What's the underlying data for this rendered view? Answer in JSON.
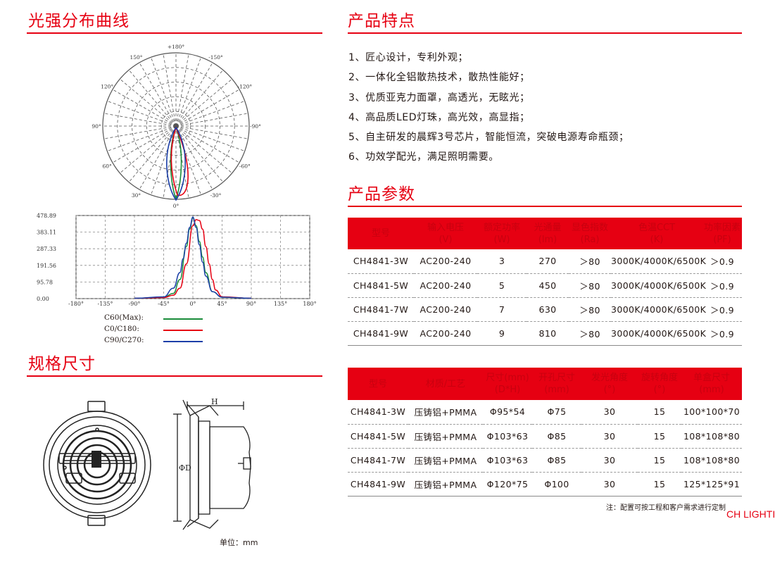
{
  "sections": {
    "polar": "光强分布曲线",
    "features": "产品特点",
    "params": "产品参数",
    "dims": "规格尺寸"
  },
  "features": [
    "1、匠心设计，专利外观；",
    "2、一体化全铝散热技术，散热性能好；",
    "3、优质亚克力面罩，高透光，无眩光；",
    "4、高品质LED灯珠，高光效，高显指；",
    "5、自主研发的晨辉3号芯片，智能恒流，突破电源寿命瓶颈；",
    "6、功效学配光，满足照明需要。"
  ],
  "polar_labels": [
    "+180°",
    "-150°",
    "150°",
    "-120°",
    "120°",
    "-90°",
    "90°",
    "-60°",
    "60°",
    "-30°",
    "30°",
    "0°"
  ],
  "chart_data": {
    "type": "line",
    "x": [
      -180,
      -135,
      -90,
      -45,
      0,
      45,
      90,
      135,
      180
    ],
    "xtick_labels": [
      "-180°",
      "-135°",
      "-90°",
      "-45°",
      "0°",
      "45°",
      "90°",
      "135°",
      "180°"
    ],
    "yticks": [
      0,
      95.78,
      191.56,
      287.33,
      383.11,
      478.89
    ],
    "ytick_labels": [
      "0.00",
      "95.78",
      "191.56",
      "287.33",
      "383.11",
      "478.89"
    ],
    "xlim": [
      -180,
      180
    ],
    "ylim": [
      0,
      478.89
    ],
    "grid": true,
    "series": [
      {
        "name": "C60(Max):",
        "color": "#1a8c3a",
        "x": [
          -90,
          -45,
          -30,
          -20,
          -10,
          -5,
          0,
          5,
          10,
          15,
          20,
          30,
          45,
          90
        ],
        "values": [
          2,
          8,
          30,
          110,
          300,
          400,
          465,
          420,
          330,
          240,
          150,
          40,
          8,
          2
        ]
      },
      {
        "name": "C0/C180:",
        "color": "#e60012",
        "x": [
          -90,
          -45,
          -30,
          -20,
          -10,
          0,
          5,
          10,
          15,
          20,
          25,
          30,
          35,
          45,
          90
        ],
        "values": [
          2,
          6,
          20,
          60,
          200,
          420,
          455,
          450,
          400,
          300,
          200,
          110,
          50,
          10,
          2
        ]
      },
      {
        "name": "C90/C270:",
        "color": "#1c3fa8",
        "x": [
          -90,
          -45,
          -30,
          -20,
          -15,
          -10,
          -5,
          0,
          5,
          10,
          15,
          20,
          30,
          45,
          90
        ],
        "values": [
          2,
          10,
          60,
          150,
          230,
          320,
          410,
          470,
          410,
          310,
          210,
          130,
          40,
          8,
          2
        ]
      }
    ]
  },
  "params_table": {
    "headers": [
      [
        "型号"
      ],
      [
        "输入电压",
        "(V)"
      ],
      [
        "额定功率",
        "(W)"
      ],
      [
        "光通量",
        "(lm)"
      ],
      [
        "显色指数",
        "(Ra)"
      ],
      [
        "色温CCT",
        "(K)"
      ],
      [
        "功率因素",
        "(PF)"
      ]
    ],
    "rows": [
      [
        "CH4841-3W",
        "AC200-240",
        "3",
        "270",
        "＞80",
        "3000K/4000K/6500K",
        "＞0.9"
      ],
      [
        "CH4841-5W",
        "AC200-240",
        "5",
        "450",
        "＞80",
        "3000K/4000K/6500K",
        "＞0.9"
      ],
      [
        "CH4841-7W",
        "AC200-240",
        "7",
        "630",
        "＞80",
        "3000K/4000K/6500K",
        "＞0.9"
      ],
      [
        "CH4841-9W",
        "AC200-240",
        "9",
        "810",
        "＞80",
        "3000K/4000K/6500K",
        "＞0.9"
      ]
    ]
  },
  "dims_table": {
    "headers": [
      [
        "型号"
      ],
      [
        "材质/工艺"
      ],
      [
        "尺寸(mm)",
        "(D*H)"
      ],
      [
        "开孔尺寸",
        "(mm)"
      ],
      [
        "发光角度",
        "(°)"
      ],
      [
        "旋转角度",
        "(°)"
      ],
      [
        "单盒尺寸",
        "(mm)"
      ]
    ],
    "rows": [
      [
        "CH4841-3W",
        "压铸铝+PMMA",
        "Φ95*54",
        "Φ75",
        "30",
        "15",
        "100*100*70"
      ],
      [
        "CH4841-5W",
        "压铸铝+PMMA",
        "Φ103*63",
        "Φ85",
        "30",
        "15",
        "108*108*80"
      ],
      [
        "CH4841-7W",
        "压铸铝+PMMA",
        "Φ103*63",
        "Φ85",
        "30",
        "15",
        "108*108*80"
      ],
      [
        "CH4841-9W",
        "压铸铝+PMMA",
        "Φ120*75",
        "Φ100",
        "30",
        "15",
        "125*125*91"
      ]
    ]
  },
  "note": "注：配置可按工程和客户需求进行定制",
  "brand": "CH LIGHTI",
  "unit": "单位：mm",
  "dim_labels": {
    "h": "H",
    "d": "ΦD"
  },
  "colors": {
    "accent": "#e60012",
    "green": "#1a8c3a",
    "red": "#e60012",
    "blue": "#1c3fa8"
  }
}
